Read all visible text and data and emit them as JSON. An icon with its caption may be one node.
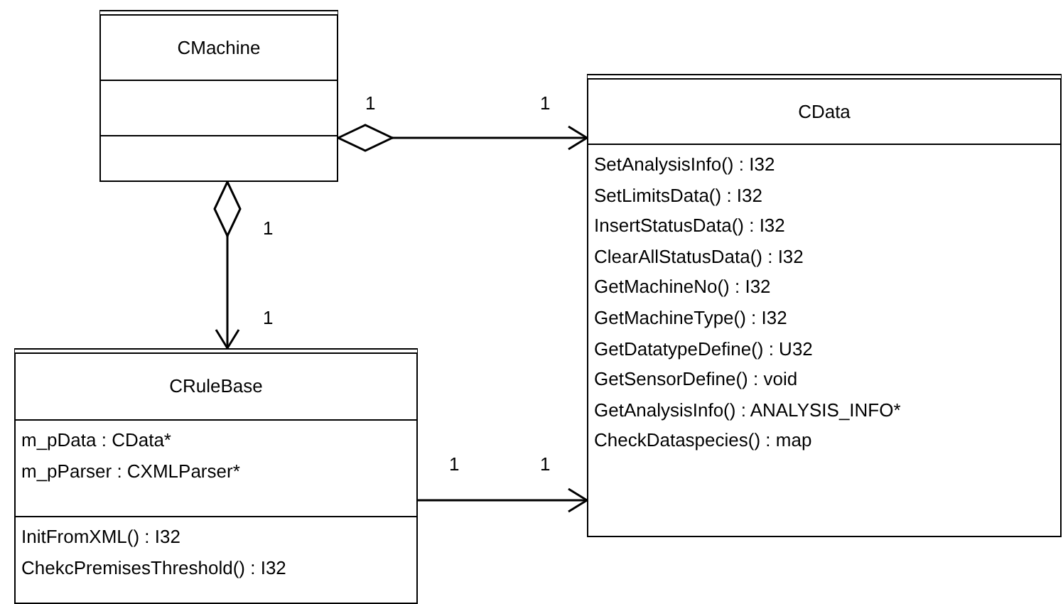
{
  "diagram": {
    "nodes": [
      {
        "text": [
          "CMachine"
        ]
      },
      {
        "text": [
          "CData",
          "SetAnalysisInfo() : I32",
          "SetLimitsData() : I32",
          "InsertStatusData() : I32",
          "ClearAllStatusData() : I32",
          "GetMachineNo() : I32",
          "GetMachineType() : I32",
          "GetDatatypeDefine() : U32",
          "GetSensorDefine() : void",
          "GetAnalysisInfo() : ANALYSIS_INFO*",
          "CheckDataspecies() : map"
        ]
      },
      {
        "text": [
          "CRuleBase",
          "m_pData : CData*",
          "m_pParser : CXMLParser*",
          "InitFromXML() : I32",
          "ChekcPremisesThreshold() : I32"
        ]
      }
    ],
    "edges": [
      {
        "from": 0,
        "to": 1,
        "arrow": "to"
      },
      {
        "from": 0,
        "to": 2,
        "arrow": "to"
      },
      {
        "from": 2,
        "to": 1,
        "arrow": "to"
      }
    ],
    "labels": [
      "1",
      "1",
      "1",
      "1",
      "1",
      "1"
    ]
  }
}
